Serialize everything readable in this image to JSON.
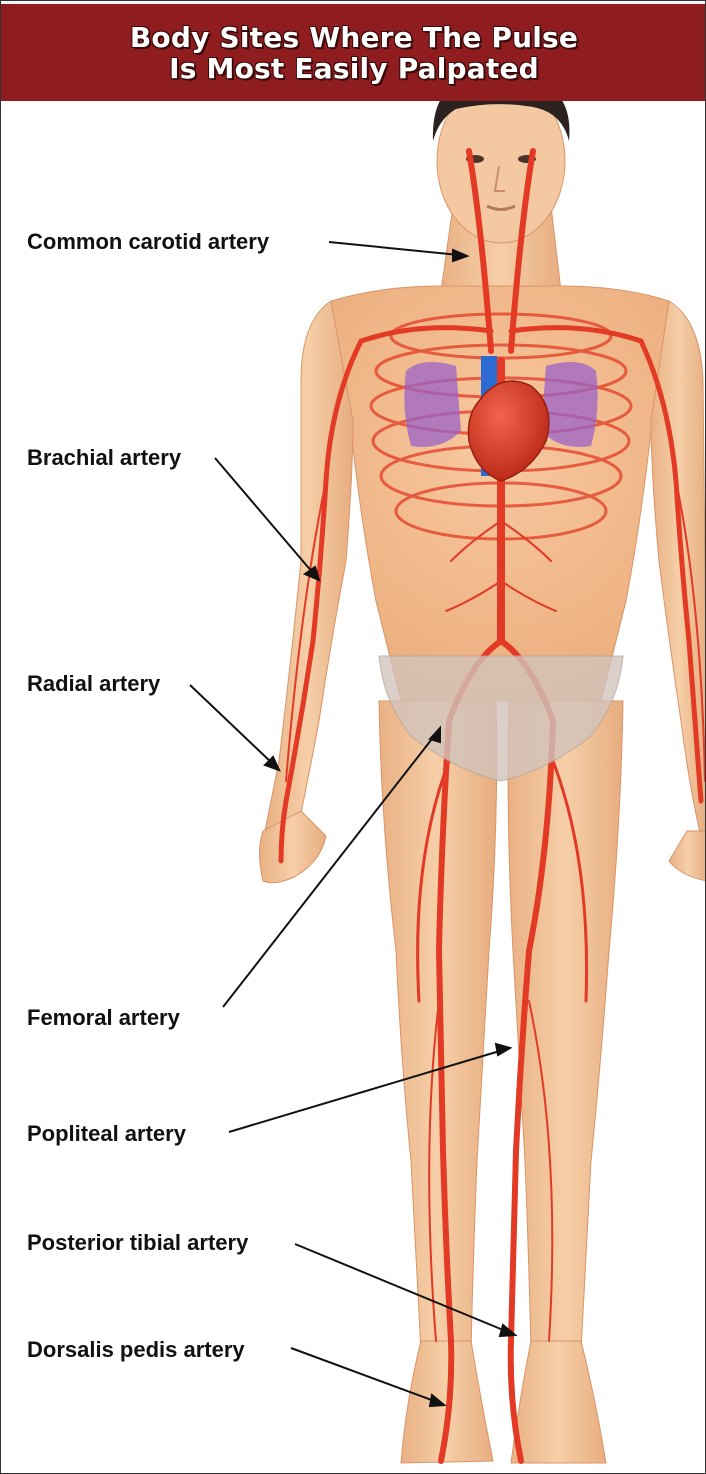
{
  "header": {
    "title_line1": "Body Sites Where The Pulse",
    "title_line2": "Is Most Easily Palpated",
    "background_color": "#8f1d1f"
  },
  "labels": {
    "common_carotid": "Common carotid artery",
    "brachial": "Brachial artery",
    "radial": "Radial artery",
    "femoral": "Femoral artery",
    "popliteal": "Popliteal artery",
    "posterior_tibial": "Posterior tibial artery",
    "dorsalis_pedis": "Dorsalis pedis artery"
  },
  "colors": {
    "skin": "#f2c49a",
    "artery": "#e33a25",
    "vein": "#2c6bd1",
    "heart": "#d8351f",
    "briefs": "#c9b9b0"
  }
}
